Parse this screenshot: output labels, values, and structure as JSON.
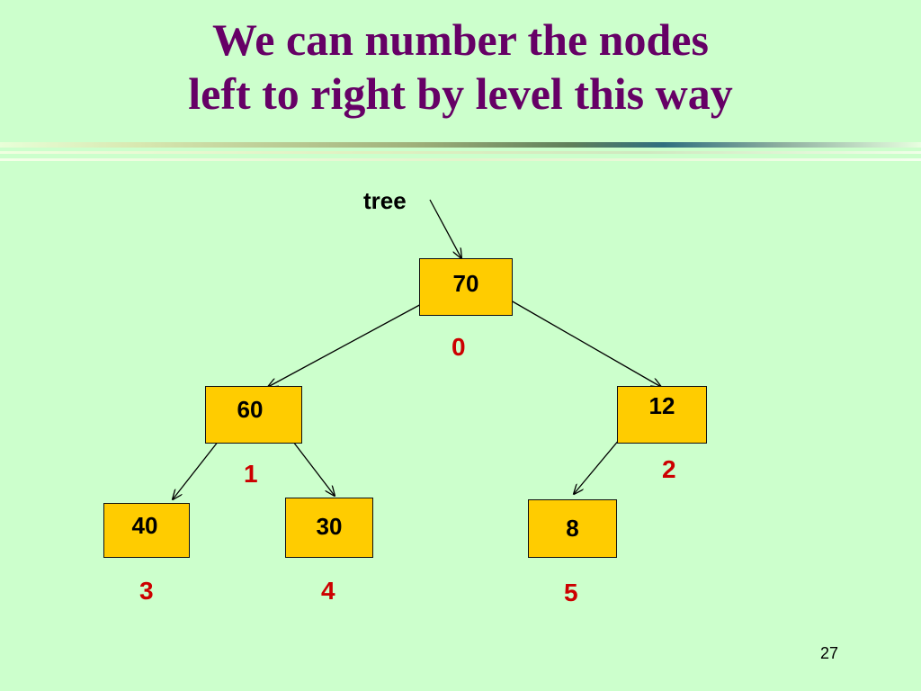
{
  "title": {
    "line1": "We can number the nodes",
    "line2": "left to right by level this way"
  },
  "pointer_label": "tree",
  "nodes": [
    {
      "value": "70",
      "index": "0"
    },
    {
      "value": "60",
      "index": "1"
    },
    {
      "value": "12",
      "index": "2"
    },
    {
      "value": "40",
      "index": "3"
    },
    {
      "value": "30",
      "index": "4"
    },
    {
      "value": "8",
      "index": "5"
    }
  ],
  "page_number": "27",
  "colors": {
    "background": "#ccffcc",
    "title": "#660066",
    "node_fill": "#ffcc00",
    "index": "#cc0000"
  }
}
